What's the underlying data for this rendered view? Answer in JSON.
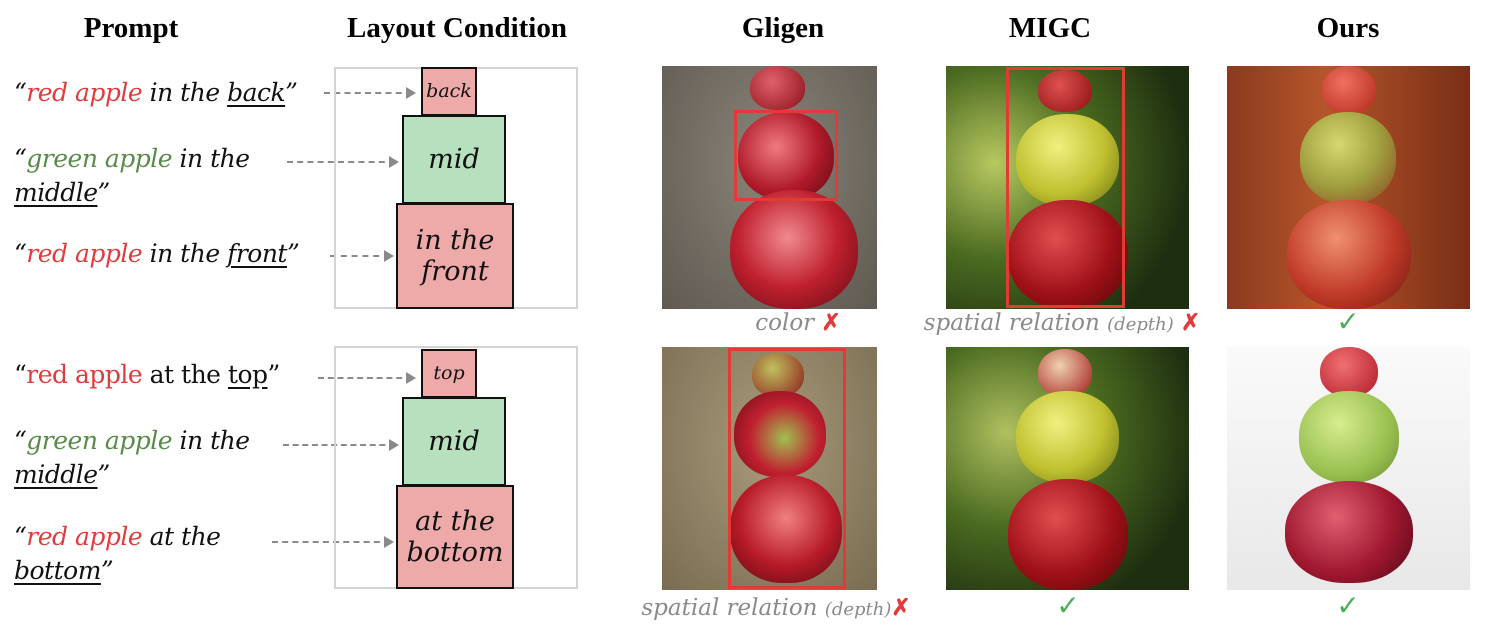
{
  "headers": {
    "prompt": "Prompt",
    "layout": "Layout Condition",
    "gligen": "Gligen",
    "migc": "MIGC",
    "ours": "Ours"
  },
  "row1": {
    "prompts": [
      {
        "q1": "“",
        "colored": "red apple",
        "mid": " in the ",
        "under": "back",
        "q2": "”"
      },
      {
        "q1": "“",
        "colored": "green apple",
        "mid": " in the",
        "under": "middle",
        "q2": "”"
      },
      {
        "q1": "“",
        "colored": "red apple",
        "mid": " in the ",
        "under": "front",
        "q2": "”"
      }
    ],
    "boxes": {
      "top": "back",
      "mid": "mid",
      "bottom_line1": "in the",
      "bottom_line2": "front"
    },
    "captions": {
      "gligen": "color",
      "migc": "spatial relation",
      "migc_small": "(depth)",
      "ours": "✓"
    },
    "marks": {
      "gligen": "✗",
      "migc": "✗"
    }
  },
  "row2": {
    "prompts": [
      {
        "q1": "“",
        "colored": "red apple",
        "mid": " at the ",
        "under": "top",
        "q2": "”"
      },
      {
        "q1": "“",
        "colored": "green apple",
        "mid": " in the",
        "under": "middle",
        "q2": "”"
      },
      {
        "q1": "“",
        "colored": "red apple",
        "mid": " at the",
        "under": "bottom",
        "q2": "”"
      }
    ],
    "boxes": {
      "top": "top",
      "mid": "mid",
      "bottom_line1": "at the",
      "bottom_line2": "bottom"
    },
    "captions": {
      "gligen": "spatial relation",
      "gligen_small": "(depth)",
      "migc": "✓",
      "ours": "✓"
    },
    "marks": {
      "gligen": "✗"
    }
  },
  "colors": {
    "red_text": "#e03c3c",
    "green_text": "#5a8a4a",
    "box_pink": "#edaaa9",
    "box_green": "#b7e0bf",
    "bbox_red": "#e23a34",
    "check": "#4cae5a"
  }
}
